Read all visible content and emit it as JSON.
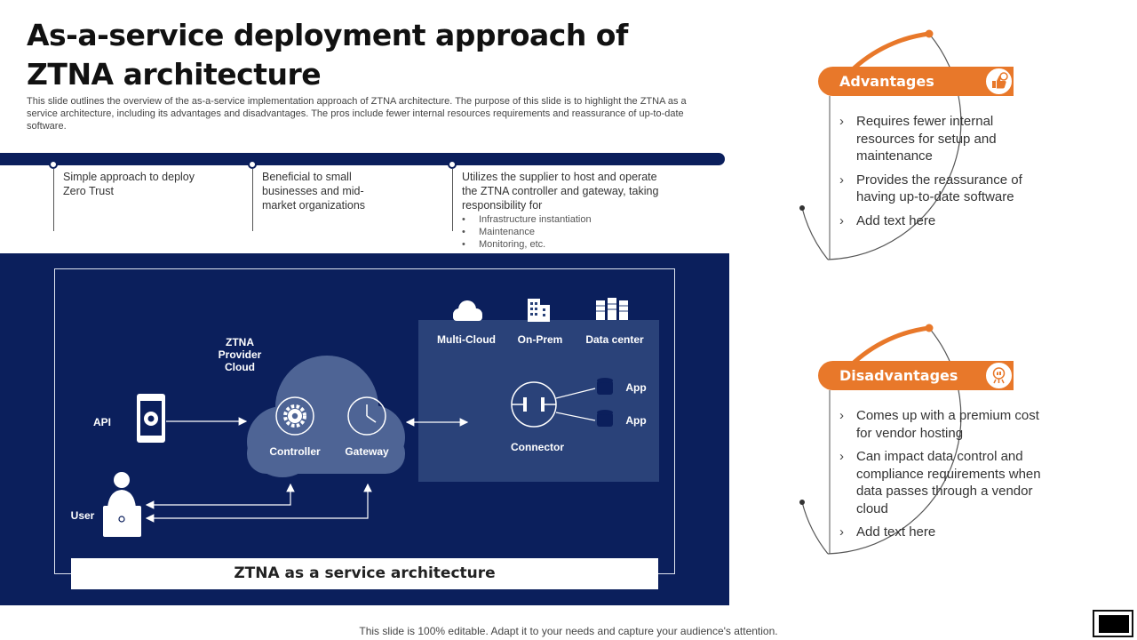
{
  "slide": {
    "title": "As-a-service deployment approach of ZTNA architecture",
    "subtitle": "This slide outlines the overview of the as-a-service implementation approach of ZTNA architecture. The purpose of this slide is to highlight the ZTNA as a service architecture, including its advantages and disadvantages. The pros include fewer internal resources requirements and reassurance of up-to-date software.",
    "footer": "This slide is 100% editable. Adapt it to your needs and capture your audience's attention."
  },
  "timeline": [
    {
      "text": "Simple approach to deploy Zero Trust",
      "bullets": []
    },
    {
      "text": "Beneficial to small businesses and mid-market organizations",
      "bullets": []
    },
    {
      "text": "Utilizes the supplier to host and operate the ZTNA controller and gateway, taking responsibility for",
      "bullets": [
        "Infrastructure instantiation",
        "Maintenance",
        "Monitoring, etc."
      ]
    }
  ],
  "diagram": {
    "provider_cloud": "ZTNA\nProvider Cloud",
    "api": "API",
    "user": "User",
    "controller": "Controller",
    "gateway": "Gateway",
    "multi_cloud": "Multi-Cloud",
    "on_prem": "On-Prem",
    "data_center": "Data center",
    "connector": "Connector",
    "app1": "App",
    "app2": "App",
    "caption": "ZTNA as a service architecture",
    "colors": {
      "background": "#0b1f5c",
      "inner_panel": "#2a4279",
      "cloud": "#4e6495"
    }
  },
  "advantages": {
    "title": "Advantages",
    "icon": "thumbs-up-icon",
    "items": [
      "Requires fewer internal resources for setup and maintenance",
      "Provides the reassurance of having up-to-date software",
      "Add text here"
    ]
  },
  "disadvantages": {
    "title": "Disadvantages",
    "icon": "thumbs-down-icon",
    "items": [
      "Comes up with a premium cost for vendor hosting",
      "Can impact data control and compliance requirements when data passes through a vendor cloud",
      "Add text here"
    ]
  },
  "colors": {
    "accent": "#e8782a",
    "navy": "#0b1f5c"
  }
}
